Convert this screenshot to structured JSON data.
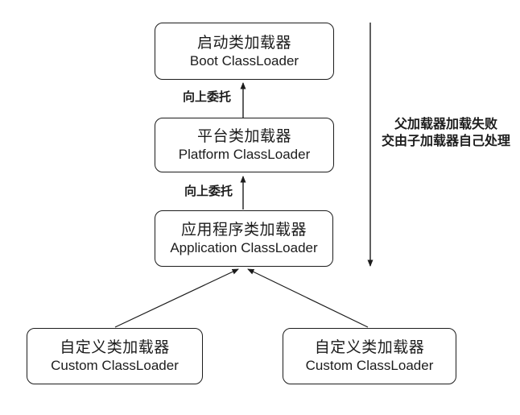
{
  "diagram": {
    "background_color": "#ffffff",
    "stroke_color": "#1c1c1c",
    "text_color": "#1c1c1c",
    "nodes": [
      {
        "id": "boot",
        "title_zh": "启动类加载器",
        "title_en": "Boot ClassLoader"
      },
      {
        "id": "platform",
        "title_zh": "平台类加载器",
        "title_en": "Platform ClassLoader"
      },
      {
        "id": "application",
        "title_zh": "应用程序类加载器",
        "title_en": "Application ClassLoader"
      },
      {
        "id": "custom_left",
        "title_zh": "自定义类加载器",
        "title_en": "Custom ClassLoader"
      },
      {
        "id": "custom_right",
        "title_zh": "自定义类加载器",
        "title_en": "Custom ClassLoader"
      }
    ],
    "edge_labels": [
      {
        "id": "delegate_up_to_boot",
        "text": "向上委托"
      },
      {
        "id": "delegate_up_to_platform",
        "text": "向上委托"
      }
    ],
    "side_note": {
      "line1": "父加载器加载失败",
      "line2": "交由子加载器自己处理"
    }
  }
}
